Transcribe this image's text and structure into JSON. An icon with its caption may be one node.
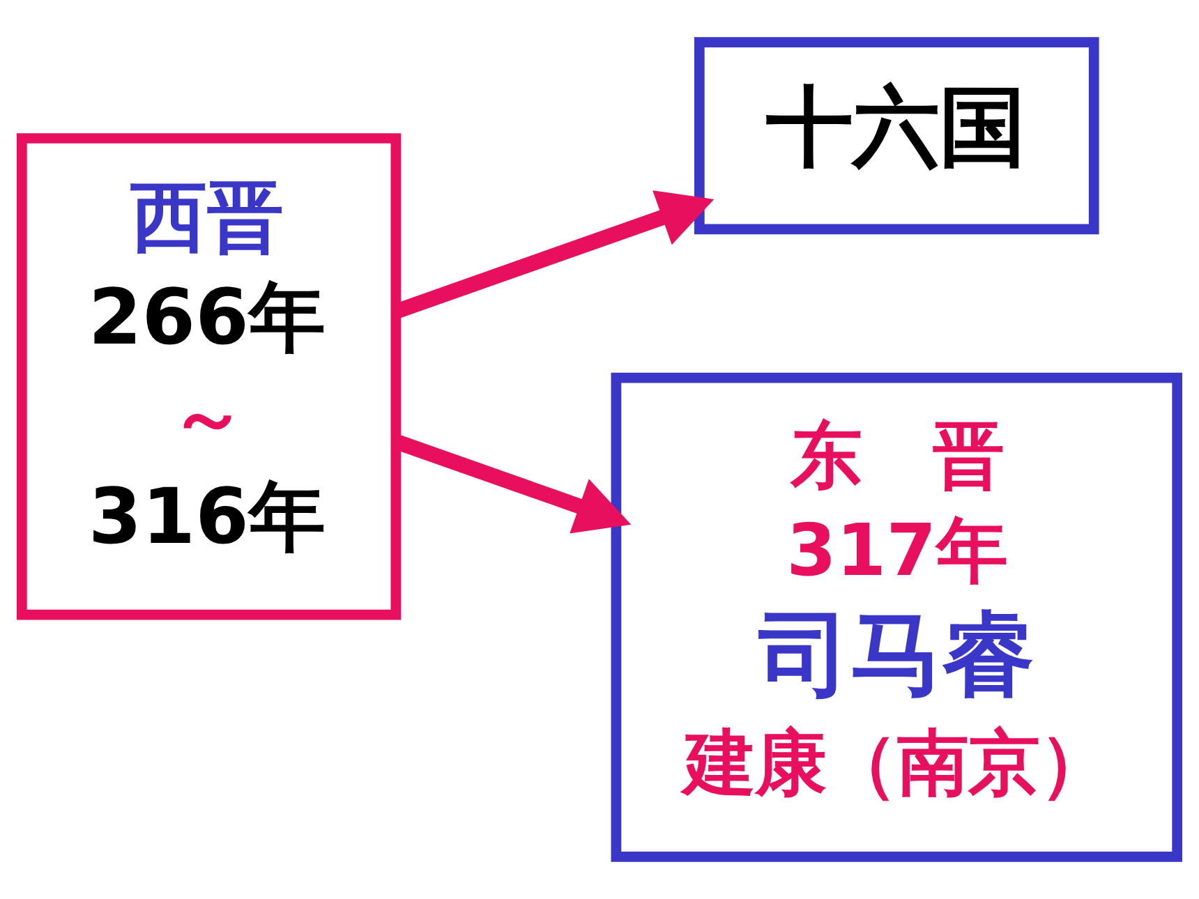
{
  "diagram": {
    "nodes": [
      {
        "text": [
          "西晋",
          "266年",
          "～",
          "316年"
        ]
      },
      {
        "text": [
          "十六国"
        ]
      },
      {
        "text": [
          "东　晋",
          "317年",
          "司马睿",
          "建康（南京）"
        ]
      }
    ],
    "edges": [
      {
        "from": 0,
        "to": 1,
        "arrow": "to"
      },
      {
        "from": 0,
        "to": 2,
        "arrow": "to"
      }
    ]
  }
}
